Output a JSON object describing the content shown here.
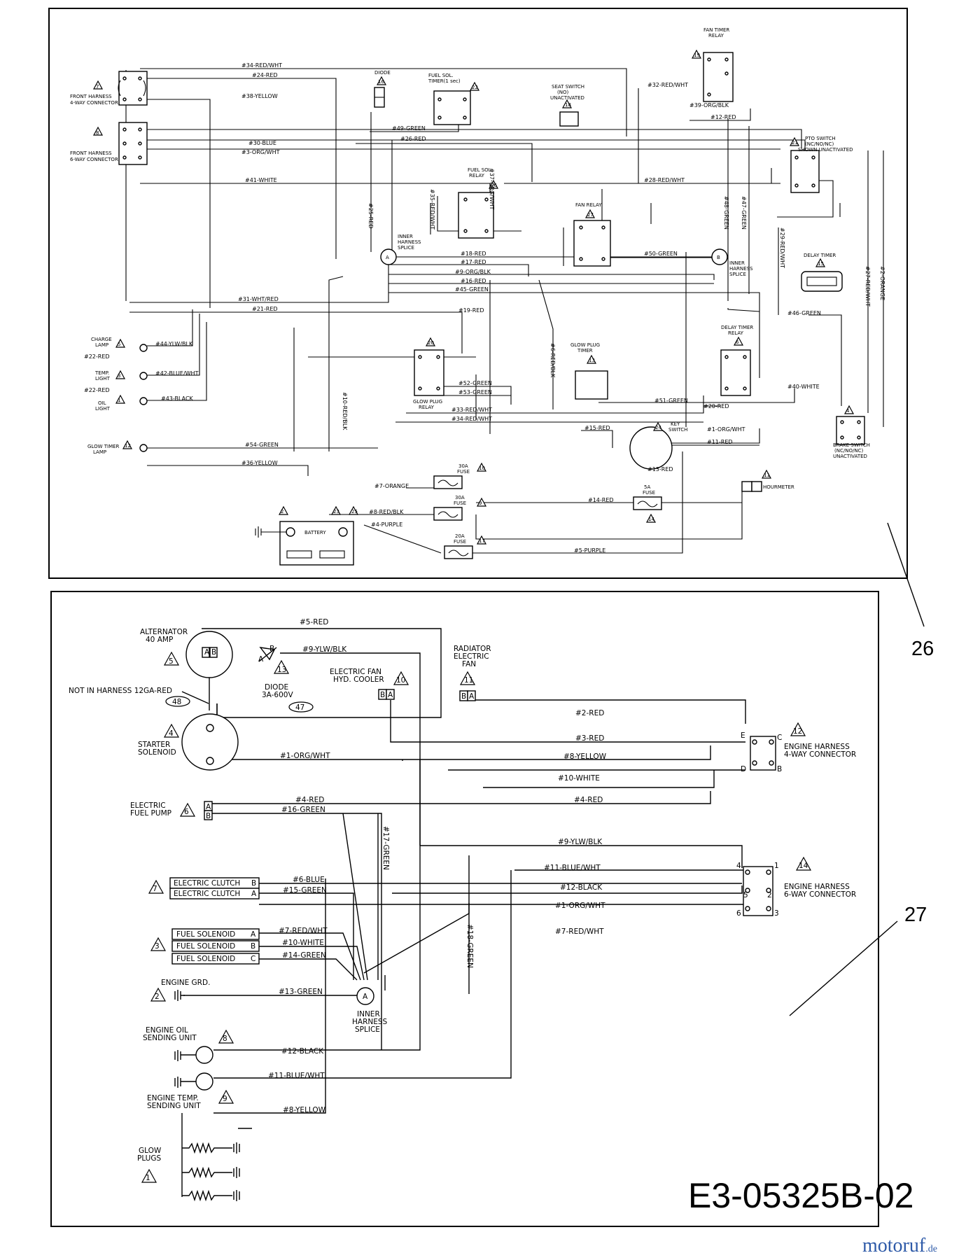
{
  "part_number": "E3-05325B-02",
  "callouts": {
    "upper": "26",
    "lower": "27"
  },
  "watermark": {
    "text": "motoruf",
    "suffix": ".de",
    "colors": [
      "#2e5aa8",
      "#d42a2a",
      "#2e5aa8",
      "#3a9a3a",
      "#d42a2a",
      "#2e5aa8",
      "#e0a020"
    ]
  },
  "upper": {
    "components": {
      "front4": [
        "FRONT HARNESS",
        "4-WAY CONNECTOR"
      ],
      "front6": [
        "FRONT HARNESS",
        "6-WAY CONNECTOR"
      ],
      "diode": "DIODE",
      "fuel_timer": [
        "FUEL SOL.",
        "TIMER(1 sec)"
      ],
      "seat_switch": [
        "SEAT SWITCH",
        "(NO)",
        "UNACTIVATED"
      ],
      "fan_timer": [
        "FAN TIMER",
        "RELAY"
      ],
      "pto_switch": [
        "PTO SWITCH",
        "(NC/NO/NC)",
        "SHOWN UNACTIVATED"
      ],
      "fuel_relay": [
        "FUEL SOL.",
        "RELAY"
      ],
      "fan_relay": "FAN RELAY",
      "splice_a": [
        "INNER",
        "HARNESS",
        "SPLICE"
      ],
      "splice_b": [
        "INNER",
        "HARNESS",
        "SPLICE"
      ],
      "delay_timer": "DELAY TIMER",
      "charge_lamp": [
        "CHARGE",
        "LAMP"
      ],
      "temp_light": [
        "TEMP.",
        "LIGHT"
      ],
      "oil_light": [
        "OIL",
        "LIGHT"
      ],
      "glow_plug_relay": [
        "GLOW PLUG",
        "RELAY"
      ],
      "glow_plug_timer": [
        "GLOW PLUG",
        "TIMER"
      ],
      "delay_timer_relay": [
        "DELAY TIMER",
        "RELAY"
      ],
      "key_switch": [
        "KEY",
        "SWITCH"
      ],
      "brake_switch": [
        "BRAKE SWITCH",
        "(NC/NO/NC)",
        "UNACTIVATED"
      ],
      "glow_timer_lamp": [
        "GLOW TIMER",
        "LAMP"
      ],
      "fuse30a_1": [
        "30A",
        "FUSE"
      ],
      "fuse30a_2": [
        "30A",
        "FUSE"
      ],
      "fuse20a": [
        "20A",
        "FUSE"
      ],
      "fuse5a": [
        "5A",
        "FUSE"
      ],
      "hourmeter": "HOURMETER",
      "battery": "BATTERY"
    },
    "wires": [
      "#34-RED/WHT",
      "#24-RED",
      "#38-YELLOW",
      "#49-GREEN",
      "#26-RED",
      "#30-BLUE",
      "#3-ORG/WHT",
      "#41-WHITE",
      "#32-RED/WHT",
      "#39-ORG/BLK",
      "#12-RED",
      "#28-RED/WHT",
      "#50-GREEN",
      "#18-RED",
      "#17-RED",
      "#9-ORG/BLK",
      "#16-RED",
      "#45-GREEN",
      "#31-WHT/RED",
      "#21-RED",
      "#19-RED",
      "#44-YLW/BLK",
      "#22-RED",
      "#42-BLUE/WHT",
      "#43-BLACK",
      "#52-GREEN",
      "#53-GREEN",
      "#33-RED/WHT",
      "#51-GREEN",
      "#40-WHITE",
      "#20-RED",
      "#15-RED",
      "#1-ORG/WHT",
      "#11-RED",
      "#54-GREEN",
      "#36-YELLOW",
      "#7-ORANGE",
      "#13-RED",
      "#14-RED",
      "#8-RED/BLK",
      "#4-PURPLE",
      "#5-PURPLE",
      "#46-GREEN",
      "#29-RED/WHT",
      "#25-RED",
      "#35-RED/WHT",
      "#37-ORG/WHT",
      "#48-GREEN",
      "#47-GREEN",
      "#10-RED/BLK",
      "#6-RED/BLK",
      "#27-RED/WHT",
      "#2-ORANGE"
    ],
    "refs": [
      "7",
      "8",
      "16",
      "22",
      "18",
      "19",
      "21",
      "26",
      "27",
      "15",
      "5",
      "3",
      "1",
      "20",
      "13",
      "6",
      "24",
      "4",
      "12",
      "10",
      "9",
      "17",
      "14",
      "11",
      "2",
      "23",
      "25"
    ]
  },
  "lower": {
    "components": {
      "alternator": [
        "ALTERNATOR",
        "40 AMP"
      ],
      "not_in_harness": "NOT IN HARNESS 12GA-RED",
      "diode": [
        "DIODE",
        "3A-600V"
      ],
      "starter": [
        "STARTER",
        "SOLENOID"
      ],
      "efan": [
        "ELECTRIC FAN",
        "HYD. COOLER"
      ],
      "radiator_fan": [
        "RADIATOR",
        "ELECTRIC",
        "FAN"
      ],
      "engine4": [
        "ENGINE HARNESS",
        "4-WAY CONNECTOR"
      ],
      "fuel_pump": [
        "ELECTRIC",
        "FUEL PUMP"
      ],
      "engine6": [
        "ENGINE HARNESS",
        "6-WAY CONNECTOR"
      ],
      "clutch": [
        "ELECTRIC CLUTCH",
        "ELECTRIC CLUTCH"
      ],
      "solenoid": [
        "FUEL SOLENOID",
        "FUEL SOLENOID",
        "FUEL SOLENOID"
      ],
      "engine_grd": "ENGINE GRD.",
      "splice": [
        "INNER",
        "HARNESS",
        "SPLICE"
      ],
      "oil_sender": [
        "ENGINE OIL",
        "SENDING UNIT"
      ],
      "temp_sender": [
        "ENGINE TEMP.",
        "SENDING UNIT"
      ],
      "glow_plugs": [
        "GLOW",
        "PLUGS"
      ]
    },
    "wires": {
      "w5": "#5-RED",
      "w9a": "#9-YLW/BLK",
      "w2": "#2-RED",
      "w3": "#3-RED",
      "w1a": "#1-ORG/WHT",
      "w8a": "#8-YELLOW",
      "w10a": "#10-WHITE",
      "w4a": "#4-RED",
      "w4b": "#4-RED",
      "w16": "#16-GREEN",
      "w17": "#17-GREEN",
      "w9b": "#9-YLW/BLK",
      "w11a": "#11-BLUE/WHT",
      "w6": "#6-BLUE",
      "w12a": "#12-BLACK",
      "w15": "#15-GREEN",
      "w1b": "#1-ORG/WHT",
      "w7a": "#7-RED/WHT",
      "w7b": "#7-RED/WHT",
      "w10b": "#10-WHITE",
      "w14": "#14-GREEN",
      "w13": "#13-GREEN",
      "w18": "#18-GREEN",
      "w12b": "#12-BLACK",
      "w11b": "#11-BLUE/WHT",
      "w8b": "#8-YELLOW"
    },
    "refs": {
      "r5": "5",
      "r13": "13",
      "r10": "10",
      "r11": "11",
      "r4": "4",
      "r12": "12",
      "r6": "6",
      "r14": "14",
      "r7": "7",
      "r3": "3",
      "r2": "2",
      "r8": "8",
      "r9": "9",
      "r1": "1"
    },
    "ovals": {
      "o48": "48",
      "o47": "47"
    },
    "pins": [
      "A",
      "B",
      "C",
      "D",
      "E",
      "1",
      "2",
      "3",
      "4",
      "5",
      "6"
    ]
  }
}
